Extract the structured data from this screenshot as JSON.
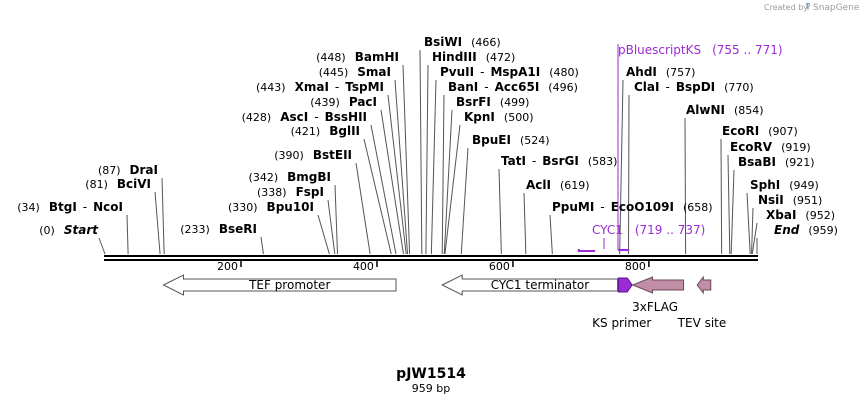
{
  "credit": {
    "prefix": "Created by",
    "brand": "SnapGene",
    "icon": "snapgene-logo-icon"
  },
  "plasmid": {
    "name": "pJW1514",
    "size_label": "959 bp",
    "length": 959
  },
  "colors": {
    "primer": "#9a2bd6",
    "feature_fill": "#ffffff",
    "tag_fill": "#c18ea5",
    "primer_fill": "#9a2bd6"
  },
  "ruler": {
    "ticks": [
      {
        "pos": 200,
        "label": "200"
      },
      {
        "pos": 400,
        "label": "400"
      },
      {
        "pos": 600,
        "label": "600"
      },
      {
        "pos": 800,
        "label": "800"
      }
    ]
  },
  "sites": [
    {
      "id": "start",
      "pos": 0,
      "parts": [
        {
          "t": "(0)",
          "k": "pos"
        },
        {
          "t": "Start",
          "k": "ital"
        }
      ]
    },
    {
      "id": "btgi",
      "pos": 34,
      "parts": [
        {
          "t": "(34)",
          "k": "pos"
        },
        {
          "t": "BtgI",
          "k": "name"
        },
        {
          "t": "-",
          "k": "dash"
        },
        {
          "t": "NcoI",
          "k": "name"
        }
      ]
    },
    {
      "id": "bcivi",
      "pos": 81,
      "parts": [
        {
          "t": "(81)",
          "k": "pos"
        },
        {
          "t": "BciVI",
          "k": "name"
        }
      ]
    },
    {
      "id": "drai",
      "pos": 87,
      "parts": [
        {
          "t": "(87)",
          "k": "pos"
        },
        {
          "t": "DraI",
          "k": "name"
        }
      ]
    },
    {
      "id": "bseri",
      "pos": 233,
      "parts": [
        {
          "t": "(233)",
          "k": "pos"
        },
        {
          "t": "BseRI",
          "k": "name"
        }
      ]
    },
    {
      "id": "bpu10i",
      "pos": 330,
      "parts": [
        {
          "t": "(330)",
          "k": "pos"
        },
        {
          "t": "Bpu10I",
          "k": "name"
        }
      ]
    },
    {
      "id": "fspi",
      "pos": 338,
      "parts": [
        {
          "t": "(338)",
          "k": "pos"
        },
        {
          "t": "FspI",
          "k": "name"
        }
      ]
    },
    {
      "id": "bmgbi",
      "pos": 342,
      "parts": [
        {
          "t": "(342)",
          "k": "pos"
        },
        {
          "t": "BmgBI",
          "k": "name"
        }
      ]
    },
    {
      "id": "bsteii",
      "pos": 390,
      "parts": [
        {
          "t": "(390)",
          "k": "pos"
        },
        {
          "t": "BstEII",
          "k": "name"
        }
      ]
    },
    {
      "id": "bglii",
      "pos": 421,
      "parts": [
        {
          "t": "(421)",
          "k": "pos"
        },
        {
          "t": "BglII",
          "k": "name"
        }
      ]
    },
    {
      "id": "asci",
      "pos": 428,
      "parts": [
        {
          "t": "(428)",
          "k": "pos"
        },
        {
          "t": "AscI",
          "k": "name"
        },
        {
          "t": "-",
          "k": "dash"
        },
        {
          "t": "BssHII",
          "k": "name"
        }
      ]
    },
    {
      "id": "paci",
      "pos": 439,
      "parts": [
        {
          "t": "(439)",
          "k": "pos"
        },
        {
          "t": "PacI",
          "k": "name"
        }
      ]
    },
    {
      "id": "xmai",
      "pos": 443,
      "parts": [
        {
          "t": "(443)",
          "k": "pos"
        },
        {
          "t": "XmaI",
          "k": "name"
        },
        {
          "t": "-",
          "k": "dash"
        },
        {
          "t": "TspMI",
          "k": "name"
        }
      ]
    },
    {
      "id": "smai",
      "pos": 445,
      "parts": [
        {
          "t": "(445)",
          "k": "pos"
        },
        {
          "t": "SmaI",
          "k": "name"
        }
      ]
    },
    {
      "id": "bamhi",
      "pos": 448,
      "parts": [
        {
          "t": "(448)",
          "k": "pos"
        },
        {
          "t": "BamHI",
          "k": "name"
        }
      ]
    },
    {
      "id": "bsiwi",
      "pos": 466,
      "parts": [
        {
          "t": "BsiWI",
          "k": "name"
        },
        {
          "t": "(466)",
          "k": "pos"
        }
      ]
    },
    {
      "id": "hindiii",
      "pos": 472,
      "parts": [
        {
          "t": "HindIII",
          "k": "name"
        },
        {
          "t": "(472)",
          "k": "pos"
        }
      ]
    },
    {
      "id": "pvuii",
      "pos": 480,
      "parts": [
        {
          "t": "PvuII",
          "k": "name"
        },
        {
          "t": "-",
          "k": "dash"
        },
        {
          "t": "MspA1I",
          "k": "name"
        },
        {
          "t": "(480)",
          "k": "pos"
        }
      ]
    },
    {
      "id": "bani",
      "pos": 496,
      "parts": [
        {
          "t": "BanI",
          "k": "name"
        },
        {
          "t": "-",
          "k": "dash"
        },
        {
          "t": "Acc65I",
          "k": "name"
        },
        {
          "t": "(496)",
          "k": "pos"
        }
      ]
    },
    {
      "id": "bsrfi",
      "pos": 499,
      "parts": [
        {
          "t": "BsrFI",
          "k": "name"
        },
        {
          "t": "(499)",
          "k": "pos"
        }
      ]
    },
    {
      "id": "kpni",
      "pos": 500,
      "parts": [
        {
          "t": "KpnI",
          "k": "name"
        },
        {
          "t": "(500)",
          "k": "pos"
        }
      ]
    },
    {
      "id": "bpuei",
      "pos": 524,
      "parts": [
        {
          "t": "BpuEI",
          "k": "name"
        },
        {
          "t": "(524)",
          "k": "pos"
        }
      ]
    },
    {
      "id": "tati",
      "pos": 583,
      "parts": [
        {
          "t": "TatI",
          "k": "name"
        },
        {
          "t": "-",
          "k": "dash"
        },
        {
          "t": "BsrGI",
          "k": "name"
        },
        {
          "t": "(583)",
          "k": "pos"
        }
      ]
    },
    {
      "id": "acli",
      "pos": 619,
      "parts": [
        {
          "t": "AclI",
          "k": "name"
        },
        {
          "t": "(619)",
          "k": "pos"
        }
      ]
    },
    {
      "id": "ppumi",
      "pos": 658,
      "parts": [
        {
          "t": "PpuMI",
          "k": "name"
        },
        {
          "t": "-",
          "k": "dash"
        },
        {
          "t": "EcoO109I",
          "k": "name"
        },
        {
          "t": "(658)",
          "k": "pos"
        }
      ]
    },
    {
      "id": "ahdi",
      "pos": 757,
      "parts": [
        {
          "t": "AhdI",
          "k": "name"
        },
        {
          "t": "(757)",
          "k": "pos"
        }
      ]
    },
    {
      "id": "clai",
      "pos": 770,
      "parts": [
        {
          "t": "ClaI",
          "k": "name"
        },
        {
          "t": "-",
          "k": "dash"
        },
        {
          "t": "BspDI",
          "k": "name"
        },
        {
          "t": "(770)",
          "k": "pos"
        }
      ]
    },
    {
      "id": "alwni",
      "pos": 854,
      "parts": [
        {
          "t": "AlwNI",
          "k": "name"
        },
        {
          "t": "(854)",
          "k": "pos"
        }
      ]
    },
    {
      "id": "ecori",
      "pos": 907,
      "parts": [
        {
          "t": "EcoRI",
          "k": "name"
        },
        {
          "t": "(907)",
          "k": "pos"
        }
      ]
    },
    {
      "id": "ecorv",
      "pos": 919,
      "parts": [
        {
          "t": "EcoRV",
          "k": "name"
        },
        {
          "t": "(919)",
          "k": "pos"
        }
      ]
    },
    {
      "id": "bsabi",
      "pos": 921,
      "parts": [
        {
          "t": "BsaBI",
          "k": "name"
        },
        {
          "t": "(921)",
          "k": "pos"
        }
      ]
    },
    {
      "id": "sphi",
      "pos": 949,
      "parts": [
        {
          "t": "SphI",
          "k": "name"
        },
        {
          "t": "(949)",
          "k": "pos"
        }
      ]
    },
    {
      "id": "nsii",
      "pos": 951,
      "parts": [
        {
          "t": "NsiI",
          "k": "name"
        },
        {
          "t": "(951)",
          "k": "pos"
        }
      ]
    },
    {
      "id": "xbai",
      "pos": 952,
      "parts": [
        {
          "t": "XbaI",
          "k": "name"
        },
        {
          "t": "(952)",
          "k": "pos"
        }
      ]
    },
    {
      "id": "end",
      "pos": 959,
      "parts": [
        {
          "t": "End",
          "k": "ital"
        },
        {
          "t": "(959)",
          "k": "pos"
        }
      ]
    }
  ],
  "primer_sites": [
    {
      "id": "pbluescriptks",
      "name": "pBluescriptKS",
      "range": "(755 .. 771)",
      "start": 755,
      "end": 771
    },
    {
      "id": "cyc1",
      "name": "CYC1",
      "range": "(719 .. 737)",
      "start": 719,
      "end": 737
    }
  ],
  "features": [
    {
      "id": "tef-promoter",
      "label": "TEF promoter",
      "start": 86,
      "end": 428,
      "direction": "reverse",
      "kind": "promoter"
    },
    {
      "id": "cyc1-terminator",
      "label": "CYC1 terminator",
      "start": 496,
      "end": 754,
      "direction": "reverse",
      "kind": "terminator"
    },
    {
      "id": "ks-primer",
      "label": "KS primer",
      "start": 755,
      "end": 771,
      "direction": "forward",
      "kind": "primer_bind"
    },
    {
      "id": "3xflag",
      "label": "3xFLAG",
      "start": 776,
      "end": 851,
      "direction": "reverse",
      "kind": "tag"
    },
    {
      "id": "tev-site",
      "label": "TEV site",
      "start": 871,
      "end": 891,
      "direction": "reverse",
      "kind": "tag"
    }
  ]
}
